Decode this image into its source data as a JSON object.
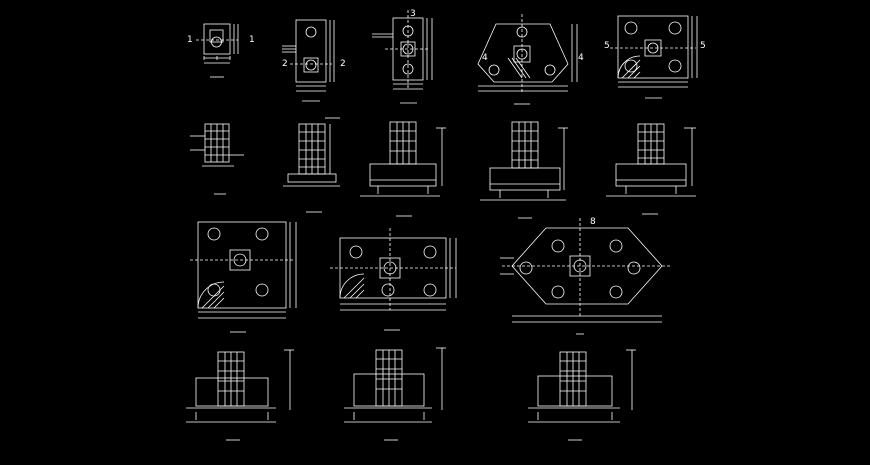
{
  "drawing": {
    "background": "#000000",
    "line_color": "#ffffff",
    "dim_color": "#ffffff"
  },
  "section_markers": {
    "cap1_left": "1",
    "cap1_right": "1",
    "cap2_left": "2",
    "cap2_right": "2",
    "cap3_top": "3",
    "cap4_left": "4",
    "cap4_right": "4",
    "cap5_left": "5",
    "cap5_right": "5",
    "cap8_right": "8"
  }
}
